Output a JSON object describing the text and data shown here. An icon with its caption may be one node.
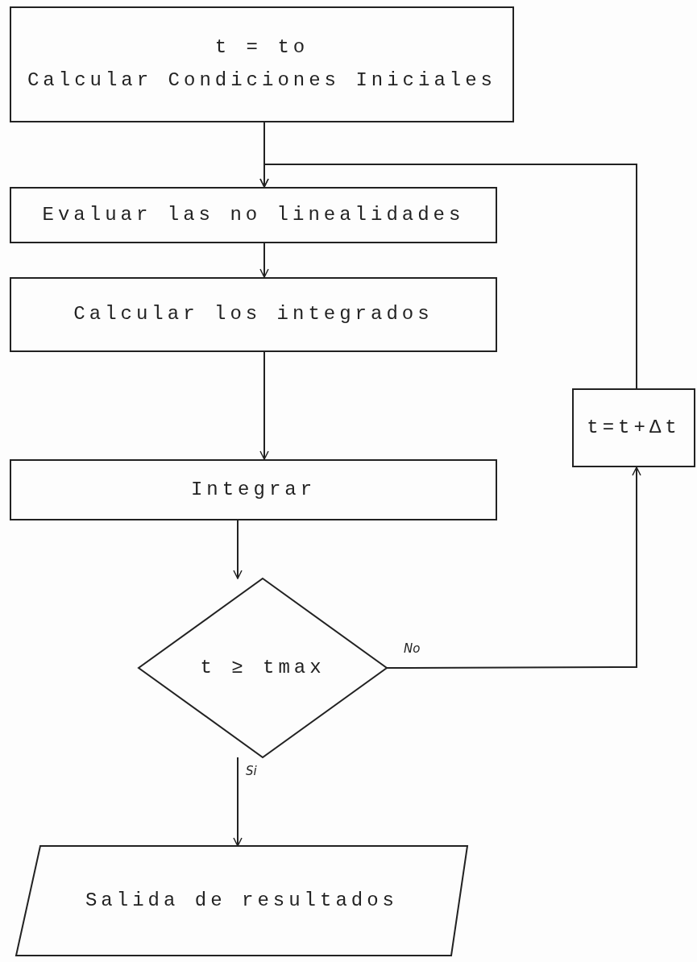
{
  "diagram": {
    "nodes": [
      {
        "text": [
          "t = to",
          "Calcular Condiciones Iniciales"
        ]
      },
      {
        "text": [
          "Evaluar las no linealidades"
        ]
      },
      {
        "text": [
          "Calcular los integrados"
        ]
      },
      {
        "text": [
          "Integrar"
        ]
      },
      {
        "text": [
          "t ≥ tmax"
        ]
      },
      {
        "text": [
          "Salida de resultados"
        ]
      },
      {
        "text": [
          "t=t+Δt"
        ]
      }
    ],
    "edges": [
      {
        "from": 0,
        "to": 1,
        "arrow": "to"
      },
      {
        "from": 1,
        "to": 2,
        "arrow": "to"
      },
      {
        "from": 2,
        "to": 3,
        "arrow": "to"
      },
      {
        "from": 3,
        "to": 4,
        "arrow": "to"
      },
      {
        "from": 4,
        "to": 6,
        "arrow": "to",
        "label": "No"
      },
      {
        "from": 6,
        "to": 1,
        "arrow": "to"
      },
      {
        "from": 4,
        "to": 5,
        "arrow": "to",
        "label": "Si"
      }
    ]
  }
}
